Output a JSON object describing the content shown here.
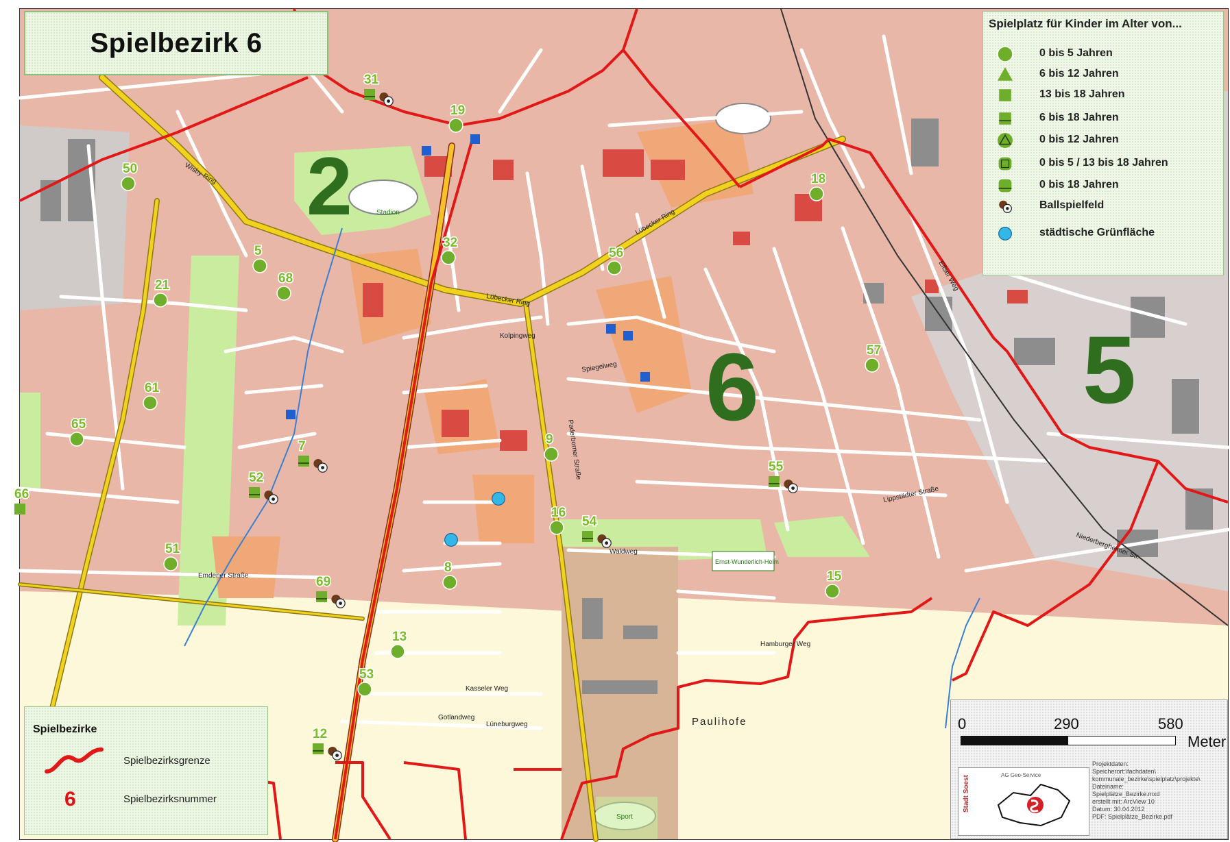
{
  "title": "Spielbezirk 6",
  "legend": {
    "title": "Spielplatz für Kinder im Alter von...",
    "items": [
      {
        "symbol": "circle-green",
        "label": "0 bis  5 Jahren"
      },
      {
        "symbol": "triangle-green",
        "label": "6 bis 12 Jahren"
      },
      {
        "symbol": "square-green",
        "label": "13 bis 18 Jahren"
      },
      {
        "symbol": "square-green-lined",
        "label": "6 bis 18 Jahren"
      },
      {
        "symbol": "circle-triangle-green",
        "label": "0 bis 12 Jahren"
      },
      {
        "symbol": "circle-square-green",
        "label": "0 bis 5 / 13 bis 18 Jahren"
      },
      {
        "symbol": "rounded-square-lined",
        "label": "0 bis 18 Jahren"
      },
      {
        "symbol": "ball-icon",
        "label": "Ballspielfeld"
      },
      {
        "symbol": "circle-blue",
        "label": "städtische Grünfläche"
      }
    ]
  },
  "zone_legend": {
    "title": "Spielbezirke",
    "boundary_label": "Spielbezirksgrenze",
    "number_sample": "6",
    "number_label": "Spielbezirksnummer"
  },
  "zone_numbers": [
    "2",
    "6",
    "5"
  ],
  "playgrounds": [
    "31",
    "19",
    "50",
    "18",
    "32",
    "56",
    "5",
    "68",
    "21",
    "57",
    "61",
    "65",
    "9",
    "7",
    "55",
    "52",
    "66",
    "16",
    "54",
    "51",
    "8",
    "15",
    "69",
    "13",
    "53",
    "12"
  ],
  "place_labels": {
    "paulihofe": "Paulihofe",
    "sport": "Sport",
    "ernst": "Ernst-Wunderlich-Heim",
    "stadion": "Stadion"
  },
  "street_labels": [
    "Wisby-Ring",
    "Lübecker Ring",
    "Weg",
    "Straße",
    "Kolpingweg",
    "Waldweg",
    "Spiegelweg",
    "Paderborner Straße",
    "Emdener Straße",
    "Hamburger Weg",
    "Kasseler Weg",
    "Lüneburgweg",
    "Gotlandweg",
    "Elfser Weg",
    "Niederbergheimer Str.",
    "Lippstädter Straße"
  ],
  "scale": {
    "ticks": [
      "0",
      "290",
      "580"
    ],
    "unit": "Meter"
  },
  "logo": {
    "brand": "Stadt Soest",
    "service": "AG Geo-Service"
  },
  "project_info": [
    "Projektdaten:",
    "Speicherort:\\fachdaten\\",
    "kommunale_bezirke\\spielplatz\\projekte\\",
    "Dateiname:",
    "Spielplätze_Bezirke.mxd",
    "erstellt mit: ArcView 10",
    "Datum: 30.04.2012",
    "PDF: Spielplätze_Bezirke.pdf"
  ],
  "colors": {
    "settlement": "#e9b7a8",
    "farmland": "#fdf8d9",
    "green": "#c9ec9e",
    "boundary": "#e01818",
    "major_road": "#f2d21c",
    "building": "#8d8d8d",
    "public_building": "#d94a43",
    "playground_green": "#6fae2b",
    "city_green_blue": "#34b6e8"
  }
}
